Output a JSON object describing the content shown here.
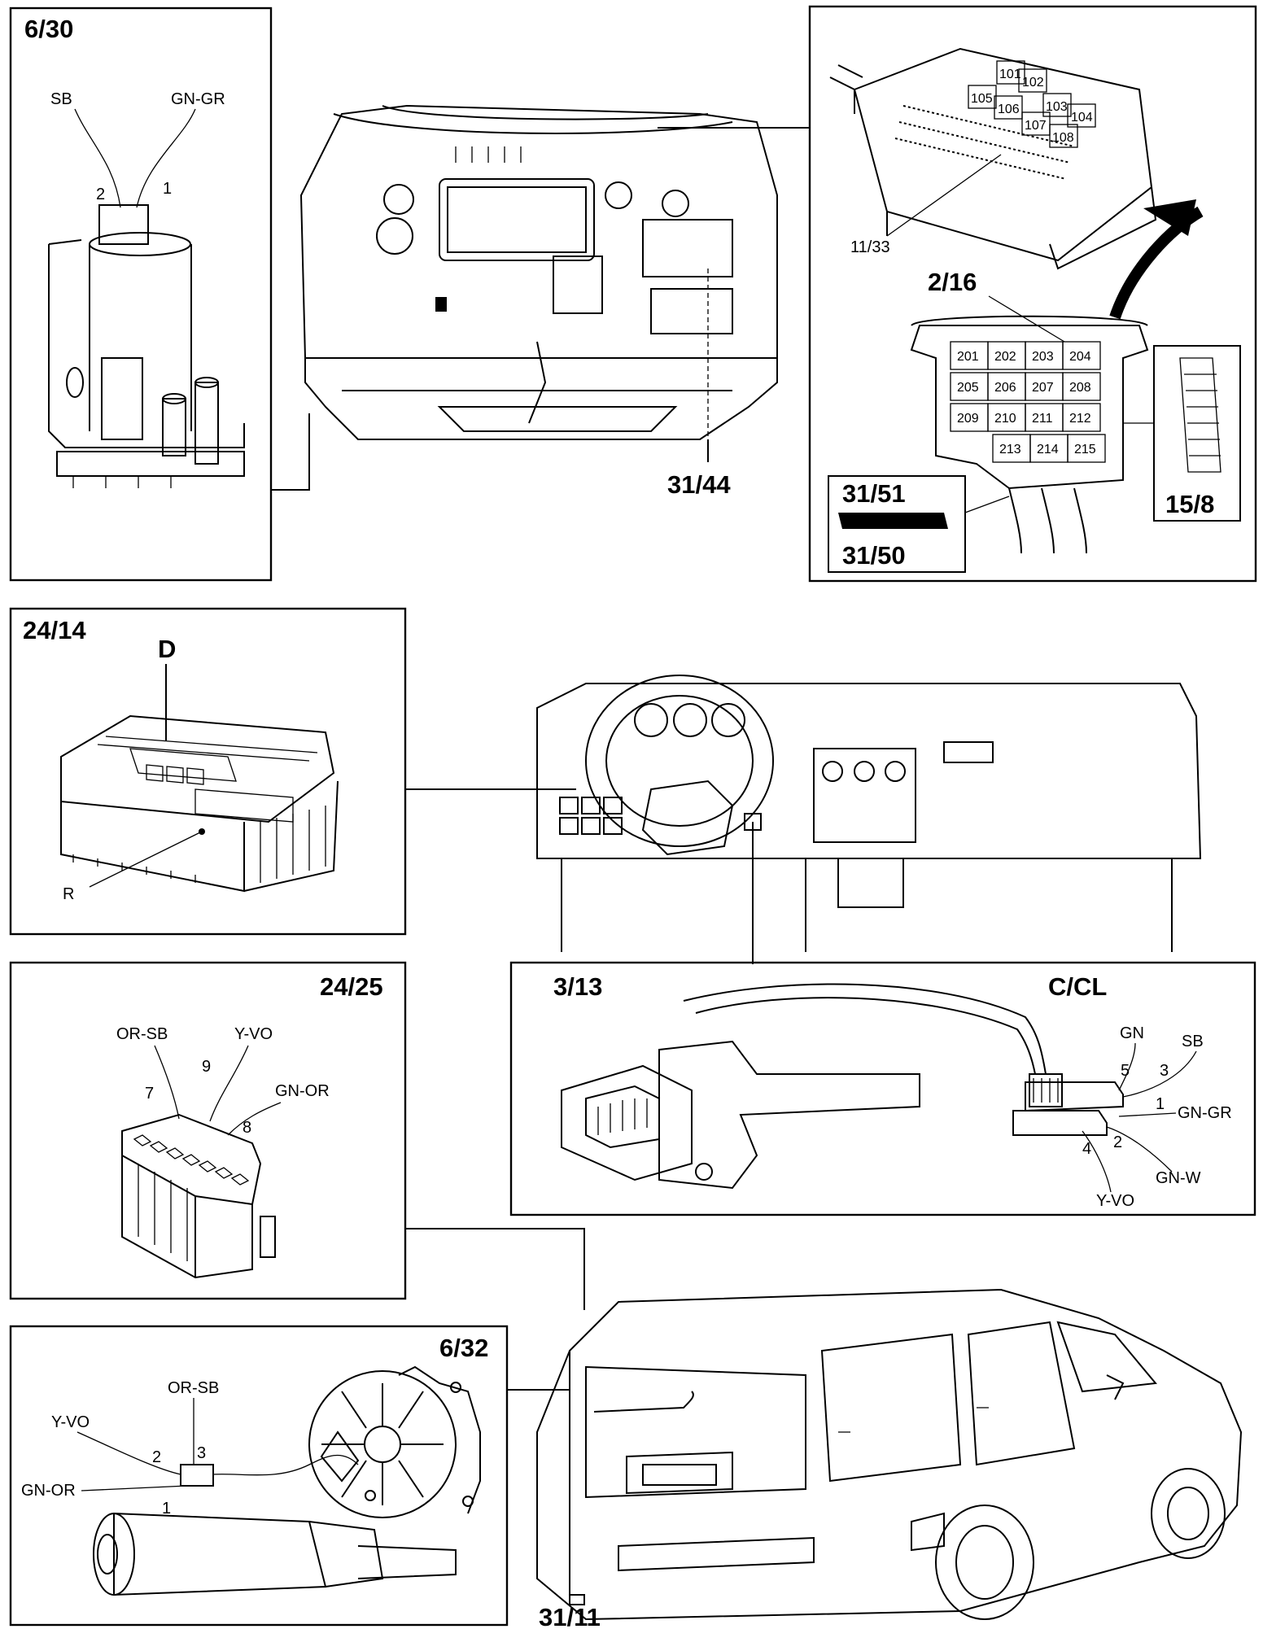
{
  "panels": {
    "washer_pump": {
      "title": "6/30",
      "labels": {
        "sb": "SB",
        "gn_gr": "GN-GR",
        "pin2": "2",
        "pin1": "1"
      }
    },
    "engine_bay": {
      "label": "31/44"
    },
    "relay_box": {
      "label_top": "11/33",
      "label_cc": "2/16",
      "label_connector": "15/8",
      "label_31_51": "31/51",
      "label_31_50": "31/50",
      "relays_top": [
        "101",
        "102",
        "105",
        "106",
        "103",
        "104",
        "107",
        "108"
      ],
      "relays_bottom": [
        "201",
        "202",
        "203",
        "204",
        "205",
        "206",
        "207",
        "208",
        "209",
        "210",
        "211",
        "212",
        "213",
        "214",
        "215"
      ]
    },
    "fuse_box": {
      "title": "24/14",
      "label_d": "D",
      "label_r": "R"
    },
    "connector_24_25": {
      "title": "24/25",
      "labels": {
        "or_sb": "OR-SB",
        "y_vo": "Y-VO",
        "gn_or": "GN-OR",
        "pin7": "7",
        "pin9": "9",
        "pin8": "8"
      }
    },
    "steering_switch": {
      "title": "3/13",
      "code": "C/CL",
      "labels": {
        "gn": "GN",
        "sb": "SB",
        "gn_gr": "GN-GR",
        "gn_w": "GN-W",
        "y_vo": "Y-VO",
        "pin5": "5",
        "pin3": "3",
        "pin1": "1",
        "pin2": "2",
        "pin4": "4"
      }
    },
    "wiper_motor": {
      "title": "6/32",
      "labels": {
        "or_sb": "OR-SB",
        "y_vo": "Y-VO",
        "gn_or": "GN-OR",
        "pin2": "2",
        "pin3": "3",
        "pin1": "1"
      }
    },
    "car_rear": {
      "label": "31/11"
    }
  }
}
